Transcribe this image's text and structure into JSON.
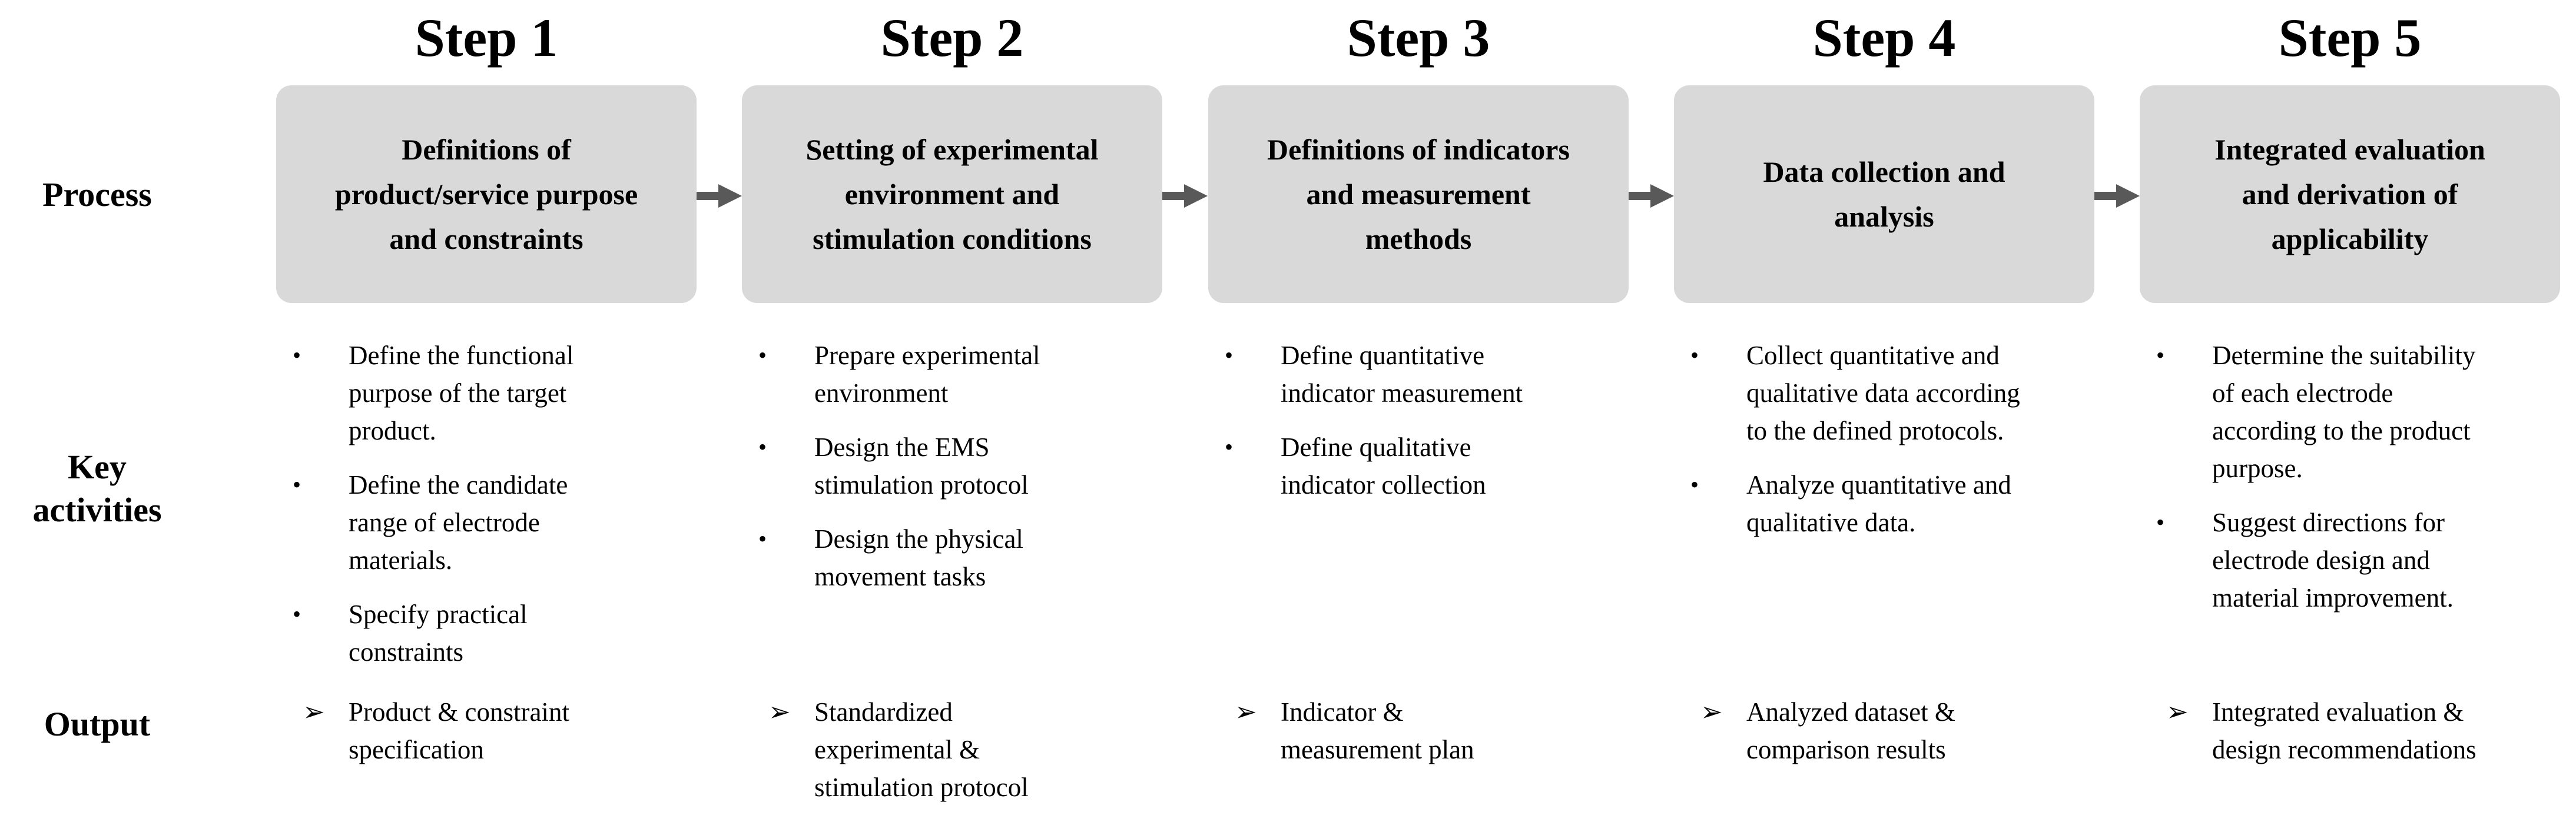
{
  "colors": {
    "background": "#ffffff",
    "box_fill": "#d9d9d9",
    "arrow": "#595959",
    "text": "#000000"
  },
  "markers": {
    "bullet": "•",
    "output": "➢"
  },
  "row_labels": {
    "process": "Process",
    "key_activities": "Key\nactivities",
    "output": "Output"
  },
  "steps": [
    {
      "header": "Step 1",
      "process": "Definitions of\nproduct/service purpose\nand constraints",
      "key_activities": [
        "Define the functional\npurpose of the target\nproduct.",
        "Define the candidate\nrange of electrode\nmaterials.",
        "Specify practical\nconstraints"
      ],
      "output": "Product & constraint\nspecification"
    },
    {
      "header": "Step 2",
      "process": "Setting of experimental\nenvironment and\nstimulation conditions",
      "key_activities": [
        "Prepare experimental\nenvironment",
        "Design the EMS\nstimulation protocol",
        "Design the physical\nmovement tasks"
      ],
      "output": "Standardized\nexperimental &\nstimulation protocol"
    },
    {
      "header": "Step 3",
      "process": "Definitions of indicators\nand measurement\nmethods",
      "key_activities": [
        "Define quantitative\nindicator measurement",
        "Define qualitative\nindicator collection"
      ],
      "output": "Indicator &\nmeasurement plan"
    },
    {
      "header": "Step 4",
      "process": "Data collection and\nanalysis",
      "key_activities": [
        "Collect quantitative and\nqualitative data according\nto the defined protocols.",
        "Analyze quantitative and\nqualitative data."
      ],
      "output": "Analyzed dataset &\ncomparison results"
    },
    {
      "header": "Step 5",
      "process": "Integrated evaluation\nand derivation of\napplicability",
      "key_activities": [
        "Determine the suitability\nof each electrode\naccording to the product\npurpose.",
        "Suggest directions for\nelectrode design and\nmaterial improvement."
      ],
      "output": "Integrated evaluation &\ndesign recommendations"
    }
  ]
}
